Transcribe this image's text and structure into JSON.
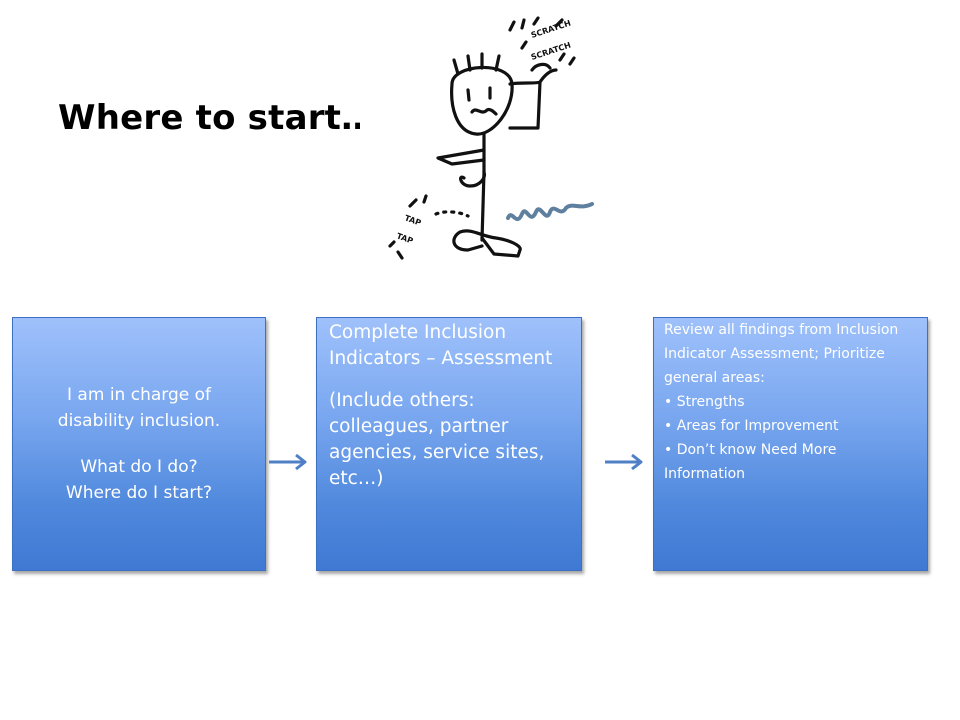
{
  "slide": {
    "title": "Where to start…"
  },
  "cartoon": {
    "scratch_1": "SCRATCH",
    "scratch_2": "SCRATCH",
    "tap_1": "TAP",
    "tap_2": "TAP"
  },
  "boxes": [
    {
      "lines": [
        "I am in charge of",
        "disability inclusion.",
        "What do I do?",
        "Where do I start?"
      ]
    },
    {
      "heading": "Complete Inclusion Indicators – Assessment",
      "body": "(Include others: colleagues, partner agencies, service sites, etc…)"
    },
    {
      "intro": "Review all findings from Inclusion Indicator Assessment; Prioritize general areas:",
      "bullets": [
        "• Strengths",
        "• Areas for Improvement",
        "• Don’t know Need More Information"
      ]
    }
  ],
  "colors": {
    "box_top": "#9fc1fb",
    "box_bottom": "#3f79d3",
    "arrow": "#4f7fc4",
    "text": "#ffffff"
  }
}
